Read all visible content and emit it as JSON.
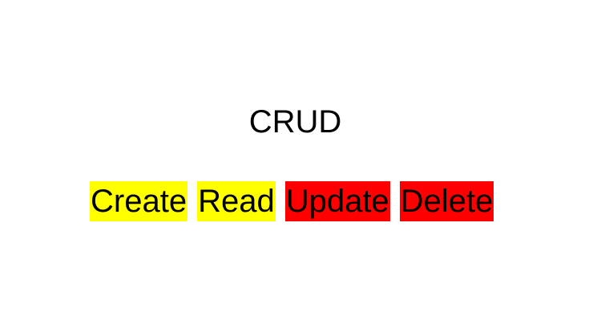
{
  "title": "CRUD",
  "operations": [
    {
      "label": "Create",
      "color": "#ffff00"
    },
    {
      "label": "Read",
      "color": "#ffff00"
    },
    {
      "label": "Update",
      "color": "#ff0000"
    },
    {
      "label": "Delete",
      "color": "#ff0000"
    }
  ]
}
